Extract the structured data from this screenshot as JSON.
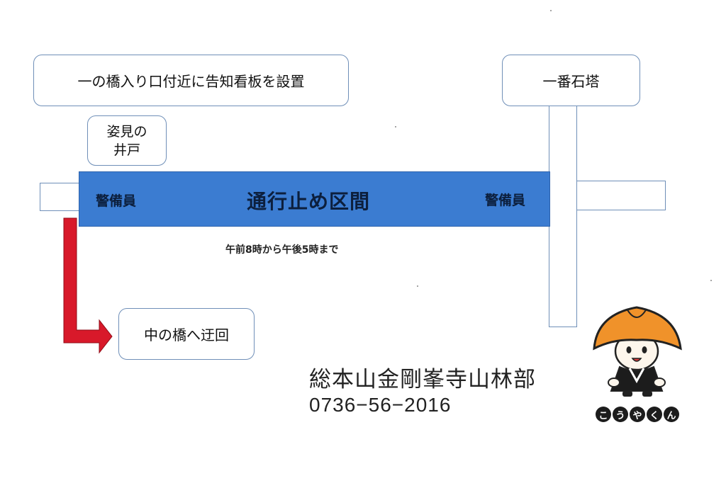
{
  "callouts": {
    "notice_board": "一の橋入り口付近に告知看板を設置",
    "stone_tower": "一番石塔",
    "well_line1": "姿見の",
    "well_line2": "井戸",
    "detour": "中の橋へ迂回"
  },
  "closed_section": {
    "label": "通行止め区間",
    "guard_left": "警備員",
    "guard_right": "警備員",
    "hours": "午前8時から午後5時まで"
  },
  "footer": {
    "organization": "総本山金剛峯寺山林部",
    "phone": "0736−56−2016",
    "mascot_name": [
      "こ",
      "う",
      "や",
      "く",
      "ん"
    ]
  },
  "colors": {
    "closed_band": "#3b7cd1",
    "road_outline": "#6f8fb8",
    "detour_arrow": "#d8192a",
    "mascot_hat": "#f0922a",
    "mascot_name_bg": "#1c1c1c"
  }
}
